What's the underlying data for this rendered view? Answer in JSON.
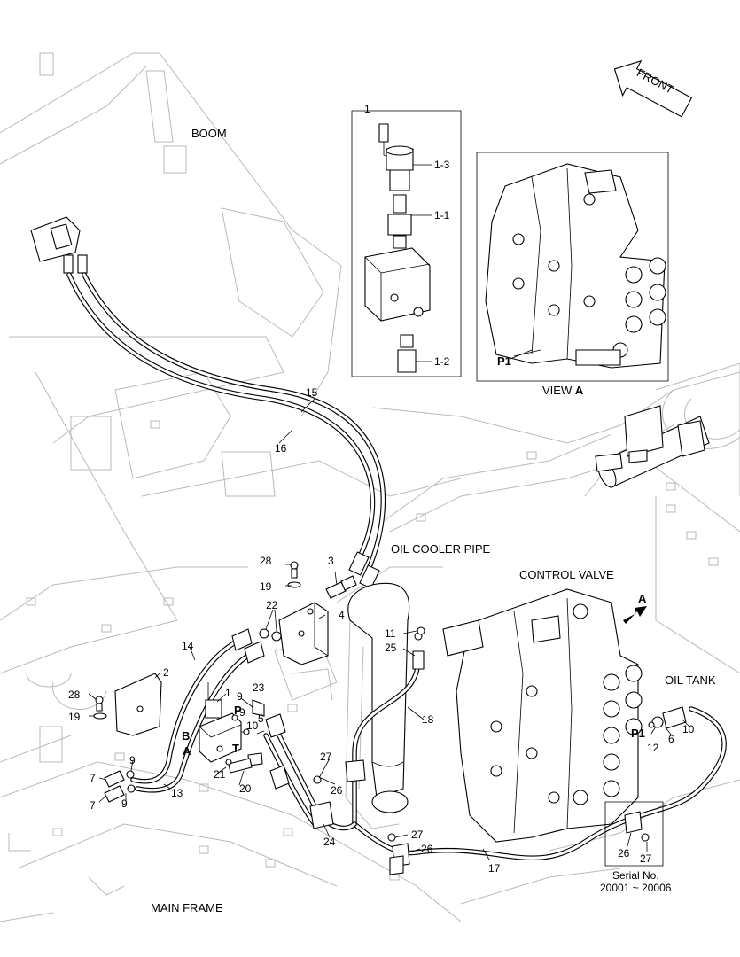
{
  "captions": {
    "boom": "BOOM",
    "oil_cooler_pipe": "OIL COOLER PIPE",
    "control_valve": "CONTROL VALVE",
    "oil_tank": "OIL TANK",
    "main_frame": "MAIN FRAME",
    "front": "FRONT",
    "view_a_prefix": "VIEW ",
    "view_a_letter": "A",
    "arrow_a": "A",
    "p1_inset": "P1",
    "p1_main": "P1",
    "port_b": "B",
    "port_p": "P",
    "port_a": "A",
    "port_t": "T",
    "serial_title": "Serial No.",
    "serial_range": "20001 ~ 20006"
  },
  "detail_labels": {
    "main": "1",
    "coil": "1-3",
    "cartridge": "1-1",
    "plug": "1-2"
  },
  "callouts": {
    "c15": "15",
    "c16": "16",
    "c28a": "28",
    "c19a": "19",
    "c3": "3",
    "c22": "22",
    "c4": "4",
    "c14": "14",
    "c2": "2",
    "c28b": "28",
    "c19b": "19",
    "c1": "1",
    "c9a": "9",
    "c23": "23",
    "c9b": "9",
    "c10a": "10",
    "c5": "5",
    "c7a": "7",
    "c9c": "9",
    "c13": "13",
    "c21": "21",
    "c20": "20",
    "c7b": "7",
    "c9d": "9",
    "c11": "11",
    "c25": "25",
    "c18": "18",
    "c27a": "27",
    "c26a": "26",
    "c24": "24",
    "c27b": "27",
    "c26b": "26",
    "c17": "17",
    "c6": "6",
    "c10b": "10",
    "c12": "12",
    "c26c": "26",
    "c27c": "27"
  }
}
